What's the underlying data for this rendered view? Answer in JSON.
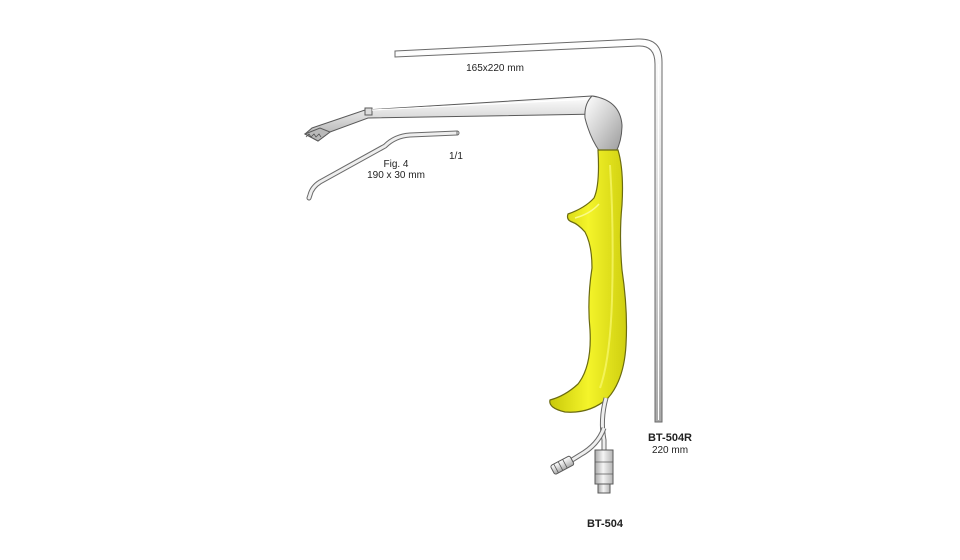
{
  "labels": {
    "rod_dimension": "165x220 mm",
    "fig_title": "Fig. 4",
    "fig_dimension": "190 x 30 mm",
    "fig_scale": "1/1",
    "rod_code": "BT-504R",
    "rod_length": "220 mm",
    "retractor_code": "BT-504"
  },
  "colors": {
    "handle_yellow": "#ecec1c",
    "handle_stroke": "#6b6b10",
    "steel_light": "#f2f2f2",
    "steel_mid": "#c9c9c9",
    "steel_dark": "#8a8a8a",
    "outline": "#5a5a5a"
  }
}
